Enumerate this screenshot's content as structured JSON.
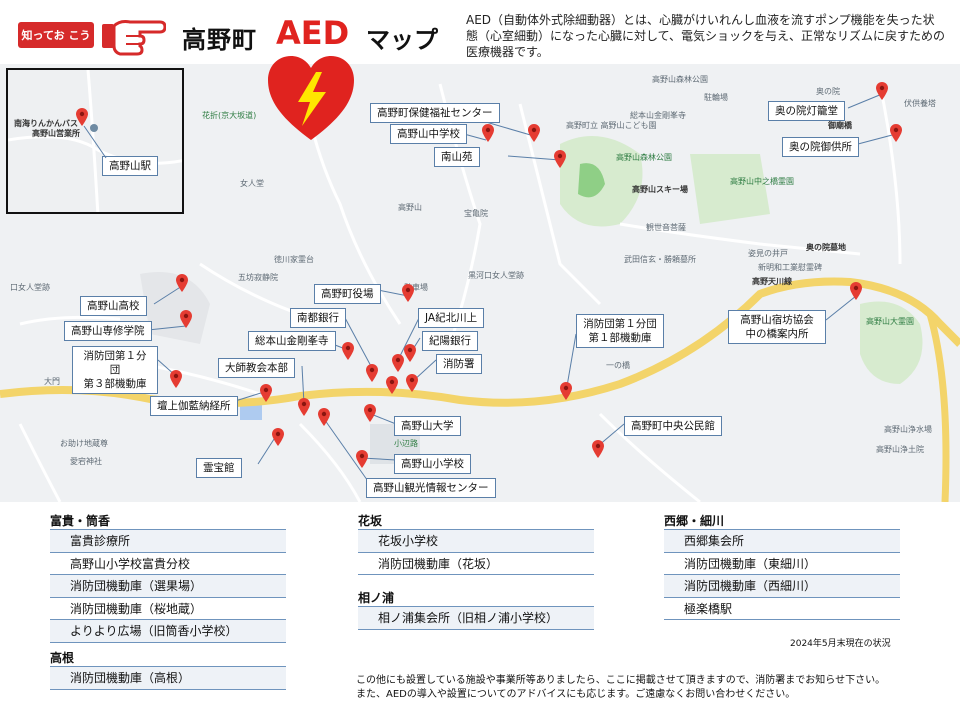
{
  "header": {
    "tag": "知ってお こう",
    "title_a": "高野町",
    "title_b": "AED",
    "title_c": "マップ",
    "description": "AED（自動体外式除細動器）とは、心臓がけいれんし血液を流すポンプ機能を失った状態（心室細動）になった心臓に対して、電気ショックを与え、正常なリズムに戻すための医療機器です。"
  },
  "inset": {
    "label": "高野山駅",
    "map_texts": [
      "南海りんかんバス",
      "高野山営業所"
    ]
  },
  "map_labels": {
    "hoken": "高野町保健福祉センター",
    "chugakko": "高野山中学校",
    "nanzanen": "南山苑",
    "tourodo": "奥の院灯籠堂",
    "gobyosho": "奥の院御供所",
    "koukou": "高野山高校",
    "senshu": "高野山専修学院",
    "shobo1": "消防団第１分団",
    "shobo1b": "第３部機動庫",
    "yakuba": "高野町役場",
    "nanto": "南都銀行",
    "ja": "JA紀北川上",
    "kiyo": "紀陽銀行",
    "shoboshu": "消防署",
    "kongobu": "総本山金剛峯寺",
    "daishi": "大師教会本部",
    "danjo": "壇上伽藍納経所",
    "reihokan": "霊宝館",
    "daigaku": "高野山大学",
    "shogakko": "高野山小学校",
    "kanko": "高野山観光情報センター",
    "shobo1c": "消防団第１分団",
    "shobo1d": "第１部機動庫",
    "chuo": "高野町中央公民館",
    "shukubo": "高野山宿坊協会",
    "shukubob": "中の橋案内所"
  },
  "map_texts": {
    "t1": "高野山森林公園",
    "t2": "総本山金剛峯寺",
    "t3": "高野町立 高野山こども園",
    "t4": "高野山森林公園",
    "t5": "高野山スキー場",
    "t6": "高野山中之橋霊園",
    "t7": "女人堂",
    "t8": "高野山",
    "t9": "花折(京大坂道)",
    "t10": "奥の院墓地",
    "t11": "高野天川線",
    "t12": "高野山大霊園",
    "t13": "一の橋",
    "t14": "大門",
    "t15": "小辺路",
    "t16": "お助け地蔵尊",
    "t17": "愛宕神社",
    "t18": "高野山浄水場",
    "t19": "御廟橋",
    "t20": "観世音菩薩",
    "t21": "武田信玄・勝頼墓所",
    "t22": "五坊寂静院",
    "t23": "徳川家霊台",
    "t24": "黒河口女人堂跡",
    "t25": "新明和工業慰霊碑",
    "t26": "姿見の井戸",
    "t27": "口女人堂跡",
    "t28": "奥の院",
    "t29": "駐車場",
    "t30": "駐輪場",
    "t31": "伏供養塔",
    "t32": "宝亀院",
    "t33": "高野山浄土院"
  },
  "lists": {
    "col1": {
      "head": "富貴・筒香",
      "items": [
        "富貴診療所",
        "高野山小学校富貴分校",
        "消防団機動庫（選果場）",
        "消防団機動庫（桜地蔵）",
        "よりより広場（旧筒香小学校）"
      ],
      "head2": "高根",
      "items2": [
        "消防団機動庫（高根）"
      ]
    },
    "col2": {
      "head": "花坂",
      "items": [
        "花坂小学校",
        "消防団機動庫（花坂）"
      ],
      "head2": "相ノ浦",
      "items2": [
        "相ノ浦集会所（旧相ノ浦小学校）"
      ]
    },
    "col3": {
      "head": "西郷・細川",
      "items": [
        "西郷集会所",
        "消防団機動庫（東細川）",
        "消防団機動庫（西細川）",
        "極楽橋駅"
      ]
    }
  },
  "footer": {
    "date": "2024年5月末現在の状況",
    "note1": "この他にも設置している施設や事業所等ありましたら、ここに掲載させて頂きますので、消防署までお知らせ下さい。",
    "note2": "また、AEDの導入や設置についてのアドバイスにも応じます。ご遠慮なくお問い合わせください。"
  },
  "colors": {
    "accent_red": "#e0231f",
    "tag_red": "#d62a2a",
    "road_yellow": "#f3d46a",
    "frame_blue": "#5a7fa8",
    "park_green": "#cfe8c6"
  }
}
